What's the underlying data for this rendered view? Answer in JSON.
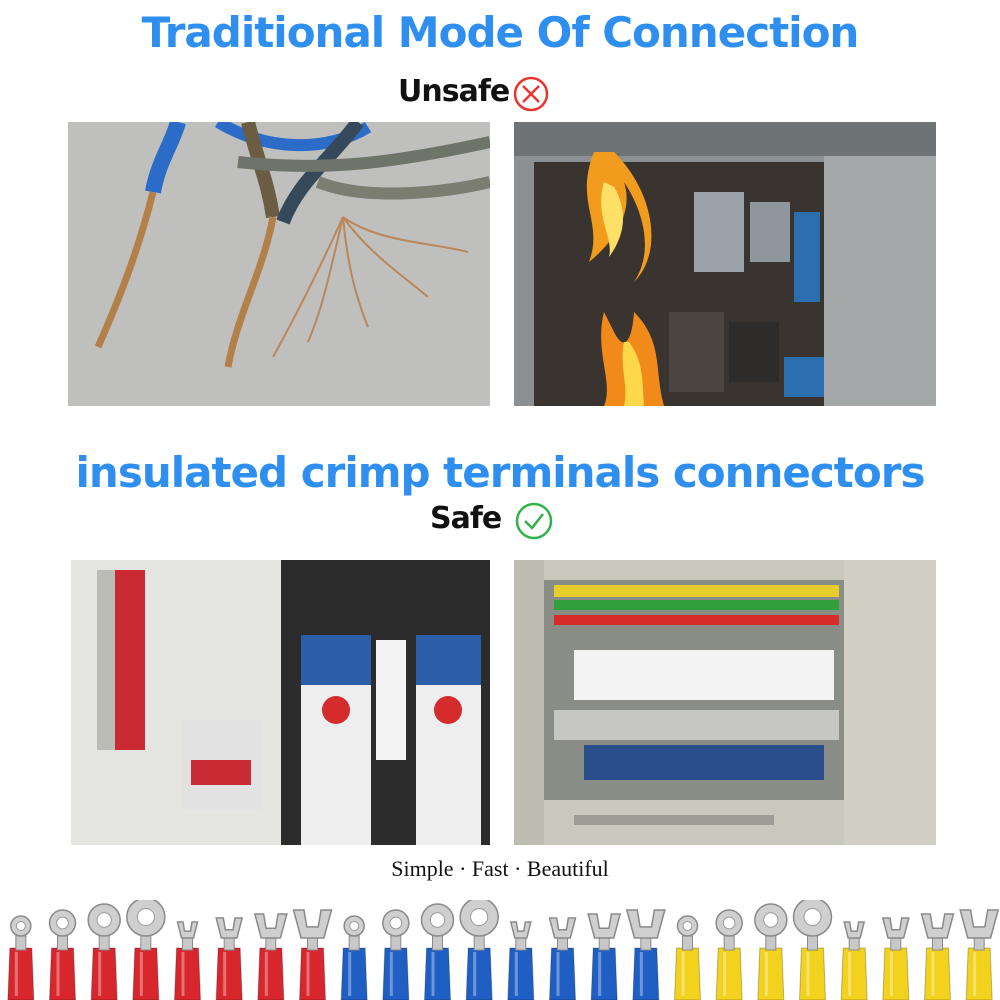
{
  "header": {
    "title": "Traditional Mode Of Connection",
    "unsafe_label": "Unsafe"
  },
  "section": {
    "title": "insulated crimp terminals connectors",
    "safe_label": "Safe"
  },
  "tagline": "Simple · Fast · Beautiful",
  "colors": {
    "headline": "#2f8ff0",
    "unsafe_icon": "#e8372e",
    "safe_icon": "#2fb34a",
    "terminal_red": "#d8262d",
    "terminal_blue": "#1f5fc4",
    "terminal_yellow": "#f2d21c"
  },
  "icons": {
    "unsafe": "cross-circle-icon",
    "safe": "check-circle-icon"
  },
  "terminals": [
    {
      "color": "red",
      "kind": "ring"
    },
    {
      "color": "red",
      "kind": "ring"
    },
    {
      "color": "red",
      "kind": "ring"
    },
    {
      "color": "red",
      "kind": "ring"
    },
    {
      "color": "red",
      "kind": "fork"
    },
    {
      "color": "red",
      "kind": "fork"
    },
    {
      "color": "red",
      "kind": "fork"
    },
    {
      "color": "red",
      "kind": "fork"
    },
    {
      "color": "blue",
      "kind": "ring"
    },
    {
      "color": "blue",
      "kind": "ring"
    },
    {
      "color": "blue",
      "kind": "ring"
    },
    {
      "color": "blue",
      "kind": "ring"
    },
    {
      "color": "blue",
      "kind": "fork"
    },
    {
      "color": "blue",
      "kind": "fork"
    },
    {
      "color": "blue",
      "kind": "fork"
    },
    {
      "color": "blue",
      "kind": "fork"
    },
    {
      "color": "yellow",
      "kind": "ring"
    },
    {
      "color": "yellow",
      "kind": "ring"
    },
    {
      "color": "yellow",
      "kind": "ring"
    },
    {
      "color": "yellow",
      "kind": "ring"
    },
    {
      "color": "yellow",
      "kind": "fork"
    },
    {
      "color": "yellow",
      "kind": "fork"
    },
    {
      "color": "yellow",
      "kind": "fork"
    },
    {
      "color": "yellow",
      "kind": "fork"
    }
  ]
}
